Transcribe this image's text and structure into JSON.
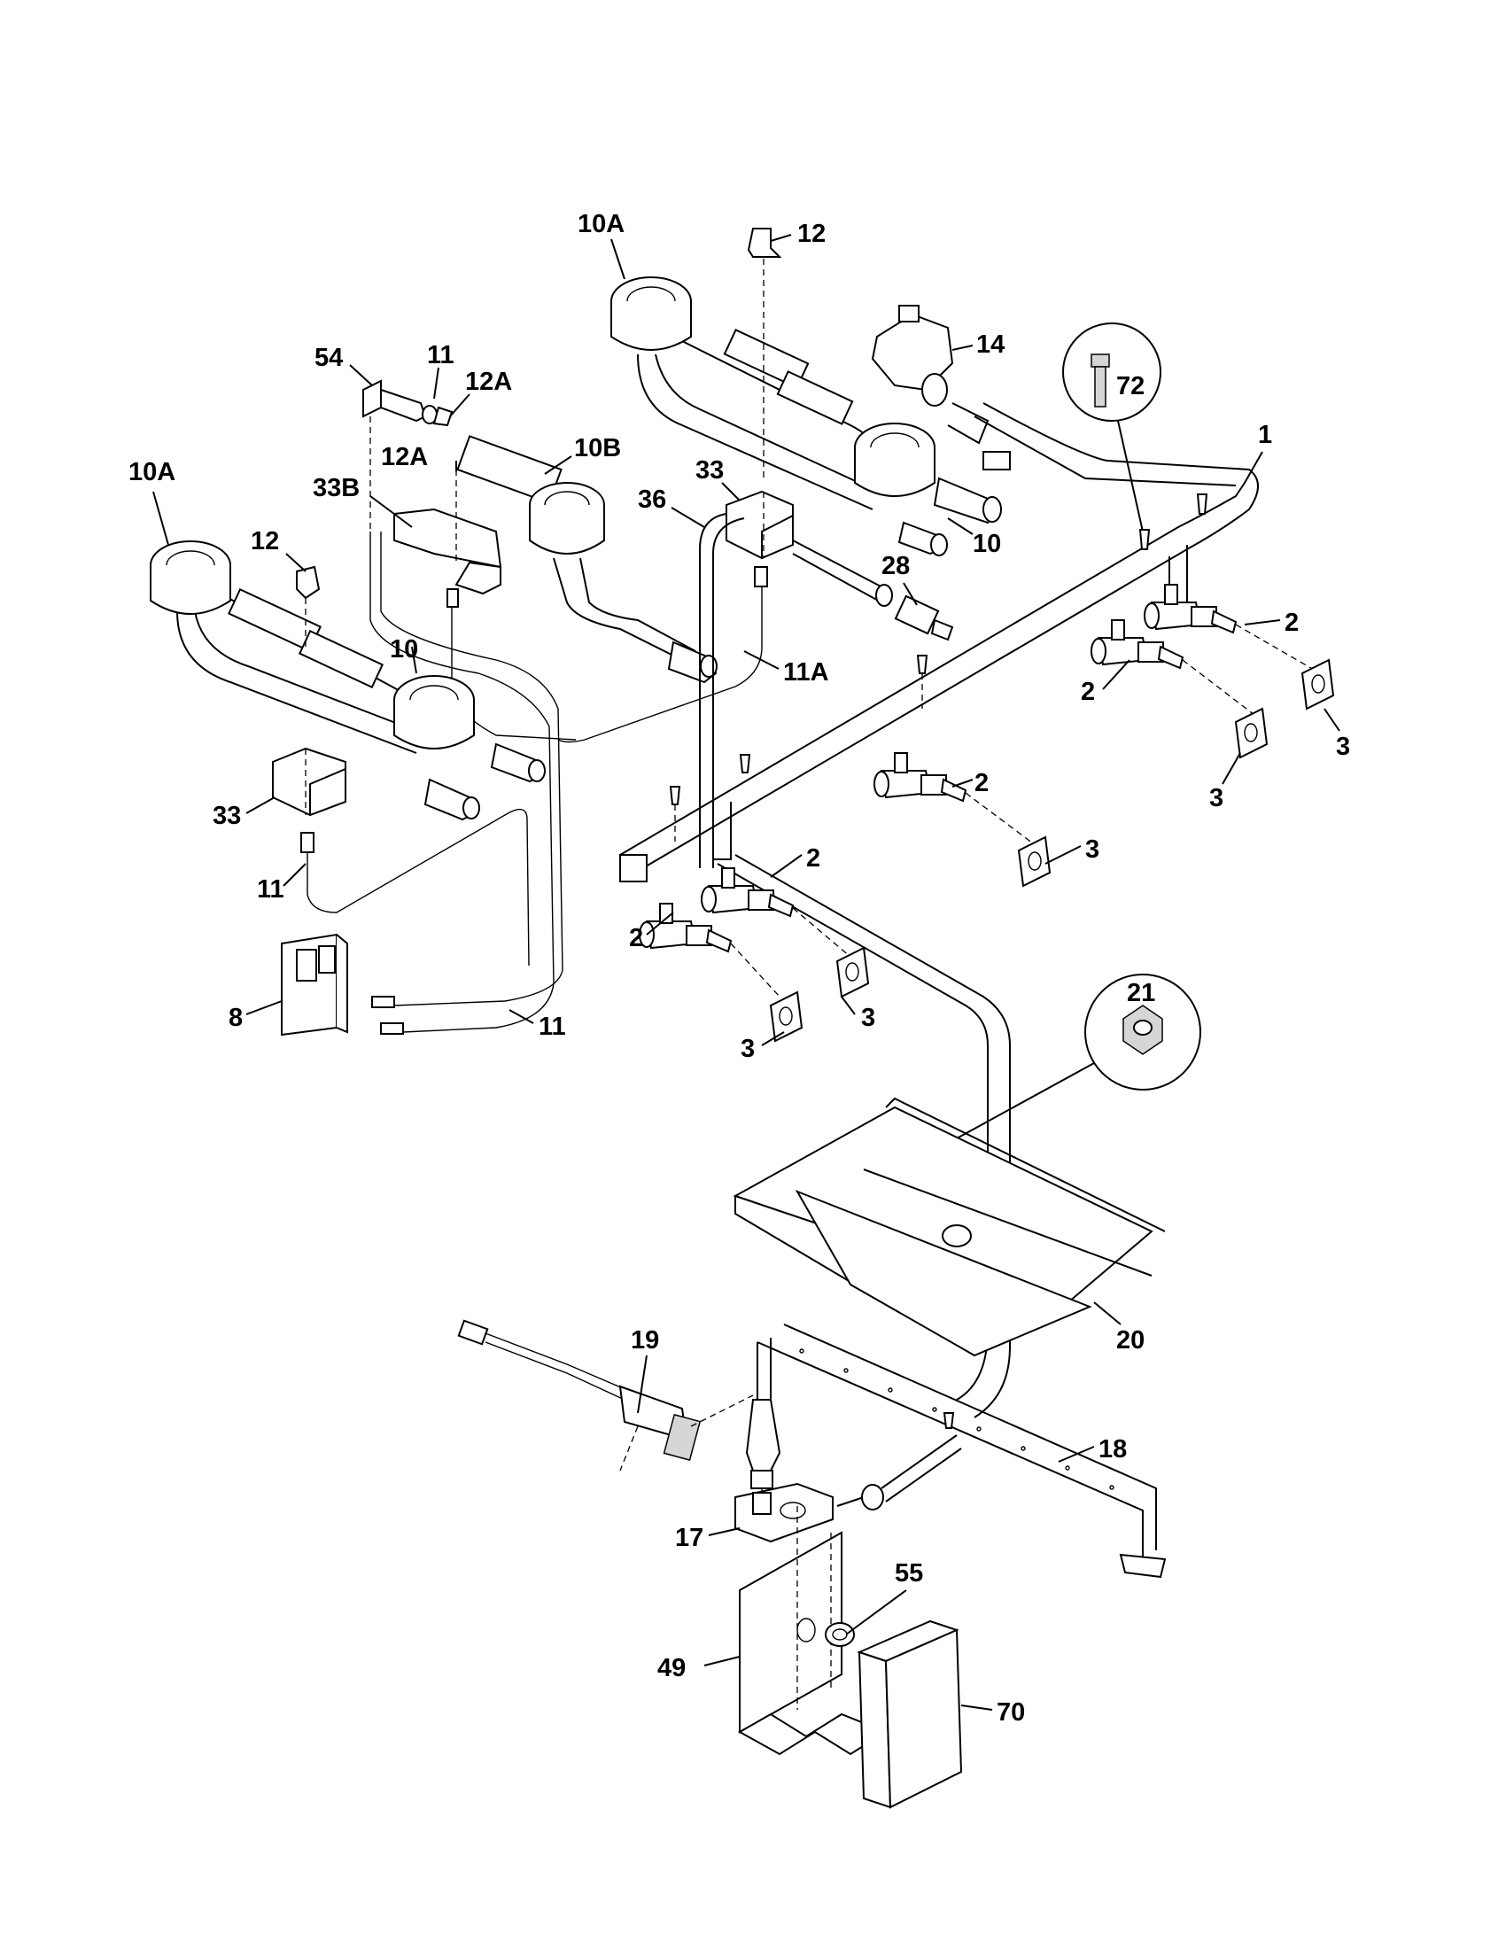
{
  "labels": {
    "l10A_top": "10A",
    "l12_top": "12",
    "l14": "14",
    "l72": "72",
    "l1": "1",
    "l54": "54",
    "l11_top": "11",
    "l12A_top": "12A",
    "l10B": "10B",
    "l12A_mid": "12A",
    "l33B": "33B",
    "l33_mid": "33",
    "l36": "36",
    "l10A_left": "10A",
    "l12_left": "12",
    "l10_right": "10",
    "l28": "28",
    "l10_left": "10",
    "l11A": "11A",
    "l2_a": "2",
    "l2_b": "2",
    "l3_a": "3",
    "l3_b": "3",
    "l2_c": "2",
    "l33_left": "33",
    "l3_c": "3",
    "l11_left": "11",
    "l2_d": "2",
    "l2_e": "2",
    "l3_d": "3",
    "l3_e": "3",
    "l8": "8",
    "l11_bottom": "11",
    "l21": "21",
    "l20": "20",
    "l19": "19",
    "l18": "18",
    "l17": "17",
    "l55": "55",
    "l49": "49",
    "l70": "70"
  }
}
